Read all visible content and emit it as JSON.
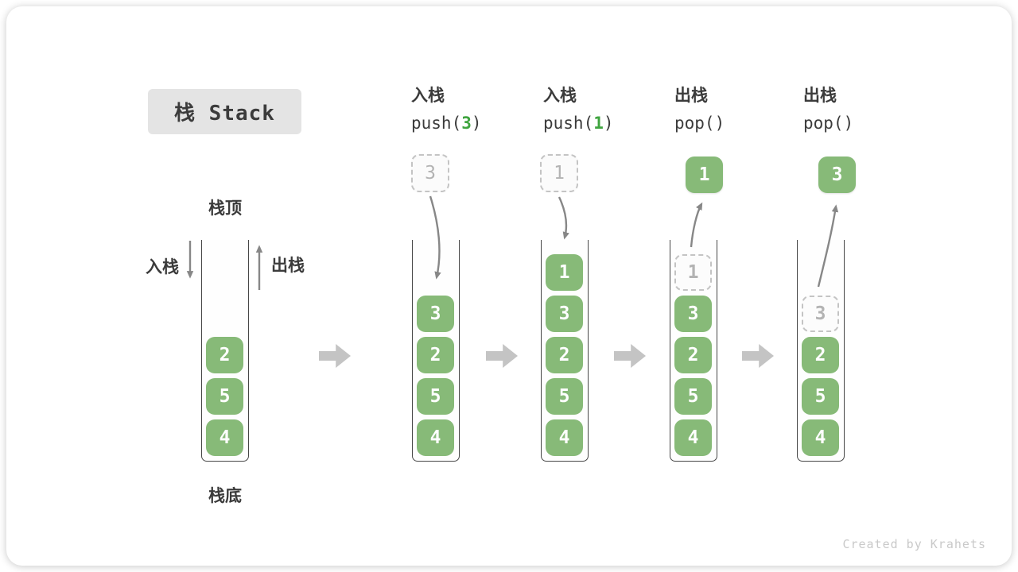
{
  "title": {
    "label": "栈 Stack"
  },
  "annotations": {
    "stack_top": "栈顶",
    "stack_bottom": "栈底",
    "push_label": "入栈",
    "pop_label": "出栈"
  },
  "operations": [
    {
      "label": "入栈",
      "code_prefix": "push(",
      "code_arg": "3",
      "code_suffix": ")"
    },
    {
      "label": "入栈",
      "code_prefix": "push(",
      "code_arg": "1",
      "code_suffix": ")"
    },
    {
      "label": "出栈",
      "code_prefix": "pop(",
      "code_arg": "",
      "code_suffix": ")"
    },
    {
      "label": "出栈",
      "code_prefix": "pop(",
      "code_arg": "",
      "code_suffix": ")"
    }
  ],
  "stacks": [
    {
      "items": [
        "2",
        "5",
        "4"
      ]
    },
    {
      "incoming": "3",
      "items": [
        "3",
        "2",
        "5",
        "4"
      ]
    },
    {
      "incoming": "1",
      "items": [
        "1",
        "3",
        "2",
        "5",
        "4"
      ]
    },
    {
      "popped": "1",
      "placeholder": "1",
      "items": [
        "3",
        "2",
        "5",
        "4"
      ]
    },
    {
      "popped": "3",
      "placeholder": "3",
      "items": [
        "2",
        "5",
        "4"
      ]
    }
  ],
  "watermark": "Created by Krahets",
  "colors": {
    "item_green": "#87ba78",
    "code_green": "#3fa43f",
    "block_arrow_gray": "#c4c4c4",
    "flow_arrow_gray": "#878787",
    "text_dark": "#3b3b3b",
    "muted_gray": "#b3b3b3",
    "title_bg": "#e4e4e4"
  }
}
